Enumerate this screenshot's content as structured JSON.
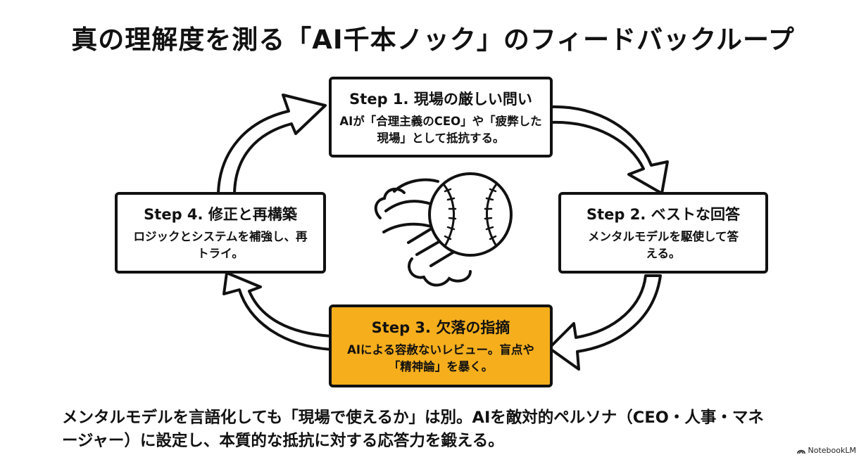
{
  "title": "真の理解度を測る「AI千本ノック」のフィードバックループ",
  "steps": [
    {
      "heading": "Step 1. 現場の厳しい問い",
      "desc": "AIが「合理主義のCEO」や「疲弊した現場」として抵抗する。"
    },
    {
      "heading": "Step 2. ベストな回答",
      "desc": "メンタルモデルを駆使して答える。"
    },
    {
      "heading": "Step 3. 欠落の指摘",
      "desc": "AIによる容赦ないレビュー。盲点や「精神論」を暴く。"
    },
    {
      "heading": "Step 4. 修正と再構築",
      "desc": "ロジックとシステムを補強し、再トライ。"
    }
  ],
  "caption": "メンタルモデルを言語化しても「現場で使えるか」は別。AIを敵対的ペルソナ（CEO・人事・マネージャー）に設定し、本質的な抵抗に対する応答力を鍛える。",
  "brand": "NotebookLM",
  "colors": {
    "highlight": "#f6ae1d",
    "ink": "#111111",
    "background": "#ffffff"
  },
  "icons": [
    "baseball-icon",
    "cycle-arrow-icon",
    "notebooklm-logo-icon"
  ]
}
